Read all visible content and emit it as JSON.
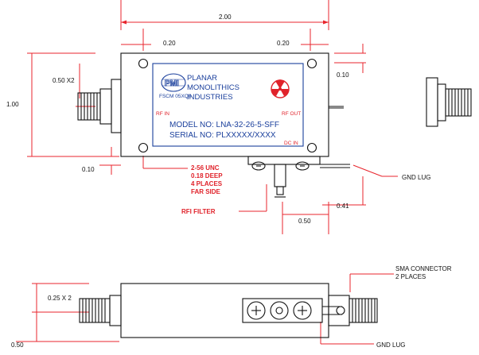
{
  "dimensions": {
    "overall_width": "2.00",
    "hole_left": "0.20",
    "hole_right": "0.20",
    "hole_top": "0.10",
    "connector_offset": "0.50 X2",
    "body_height": "1.00",
    "hole_bottom": "0.10",
    "lug_offset": "0.41",
    "filter_offset": "0.50",
    "side_connector": "0.25 X 2",
    "side_bottom": "0.50"
  },
  "notes": {
    "holes": [
      "2-56 UNC",
      "0.18 DEEP",
      "4 PLACES",
      "FAR SIDE"
    ],
    "rfi_filter": "RFI FILTER",
    "gnd_lug_top": "GND LUG",
    "sma_connector": [
      "SMA CONNECTOR",
      "2 PLACES"
    ],
    "gnd_lug_side": "GND LUG"
  },
  "label_plate": {
    "logo": "PMI",
    "company": [
      "PLANAR",
      "MONOLITHICS",
      "INDUSTRIES"
    ],
    "fscm": "FSCM 05XQ0",
    "model": "MODEL NO: LNA-32-26-5-SFF",
    "serial": "SERIAL NO: PLXXXXX/XXXX",
    "rf_in": "RF IN",
    "rf_out": "RF OUT",
    "dc_in": "DC IN"
  },
  "colors": {
    "dimension": "#e8242c",
    "outline": "#1a3f9c",
    "text": "#111111"
  }
}
